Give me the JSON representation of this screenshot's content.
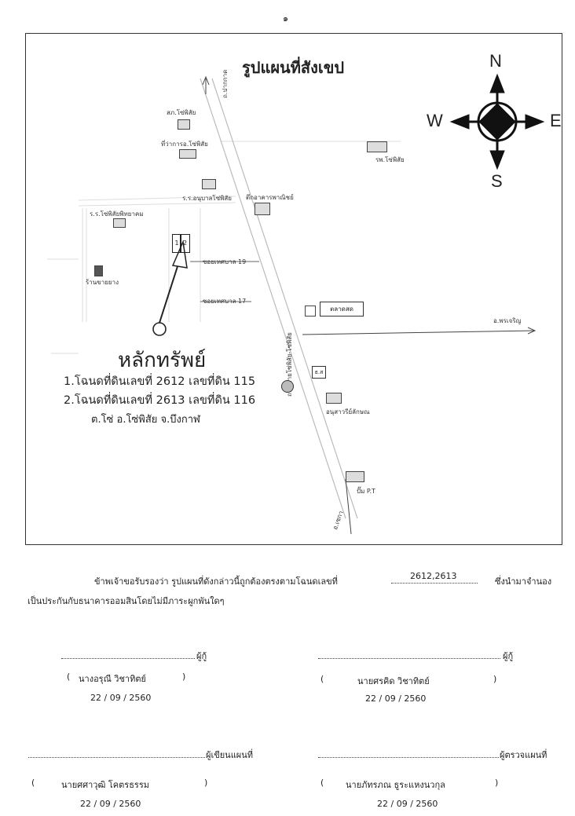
{
  "page_number": "๑",
  "map": {
    "title": "รูปแผนที่สังเขป",
    "compass": {
      "n": "N",
      "s": "S",
      "e": "E",
      "w": "W"
    },
    "labels": {
      "road_top": "ถ.ปากกาด",
      "station_police": "สภ.โซ่พิสัย",
      "district_office": "ที่ว่าการอ.โซ่พิสัย",
      "hospital": "รพ.โซ่พิสัย",
      "school_anuban": "ร.ร.อนุบาลโซ่พิสัย",
      "commercial": "ตึกอาคารพาณิชย์",
      "school_sopisai": "ร.ร.โซ่พิสัยพิทยาคม",
      "soi_19": "ซอยเทศบาล 19",
      "soi_17": "ซอยเทศบาล 17",
      "shop": "ร้านขายยาง",
      "main_road": "ถนนสายโซ่พิสัย-โซ่พิสัย",
      "market": "ตลาดสด",
      "to_phon_charoen": "อ.พรเจริญ",
      "monument": "อนุสาวรีย์ลักษณ",
      "gas_station": "ปั๊ม P.T",
      "to_south": "อ.เซกา",
      "plot_1": "1",
      "plot_2": "2",
      "bank": "ธ.ส"
    },
    "property": {
      "title": "หลักทรัพย์",
      "line1": "1.โฉนดที่ดินเลขที่ 2612 เลขที่ดิน 115",
      "line2": "2.โฉนดที่ดินเลขที่ 2613 เลขที่ดิน 116",
      "line3": "ต.โซ่ อ.โซ่พิสัย จ.บึงกาฬ"
    }
  },
  "certification": {
    "text_a": "ข้าพเจ้าขอรับรองว่า รูปแผนที่ดังกล่าวนี้ถูกต้องตรงตามโฉนดเลขที่",
    "deed_numbers": "2612,2613",
    "text_b": "ซึ่งนำมาจำนอง",
    "text_c": "เป็นประกันกับธนาคารออมสินโดยไม่มีภาระผูกพันใดๆ"
  },
  "signatures": [
    {
      "role": "ผู้กู้",
      "name": "นางอรุณี  วิชาทิตย์",
      "date": "22 / 09  / 2560"
    },
    {
      "role": "ผู้กู้",
      "name": "นายศรคิด  วิชาทิตย์",
      "date": "22  /  09   /  2560"
    },
    {
      "role": "ผู้เขียนแผนที่",
      "name": "นายศศาวุฒิ  โคตรธรรม",
      "date": "22  /  09   /  2560"
    },
    {
      "role": "ผู้ตรวจแผนที่",
      "name": "นายภัทรภณ  ธูระแหงนวกุล",
      "date": "22  /  09   /  2560"
    }
  ]
}
